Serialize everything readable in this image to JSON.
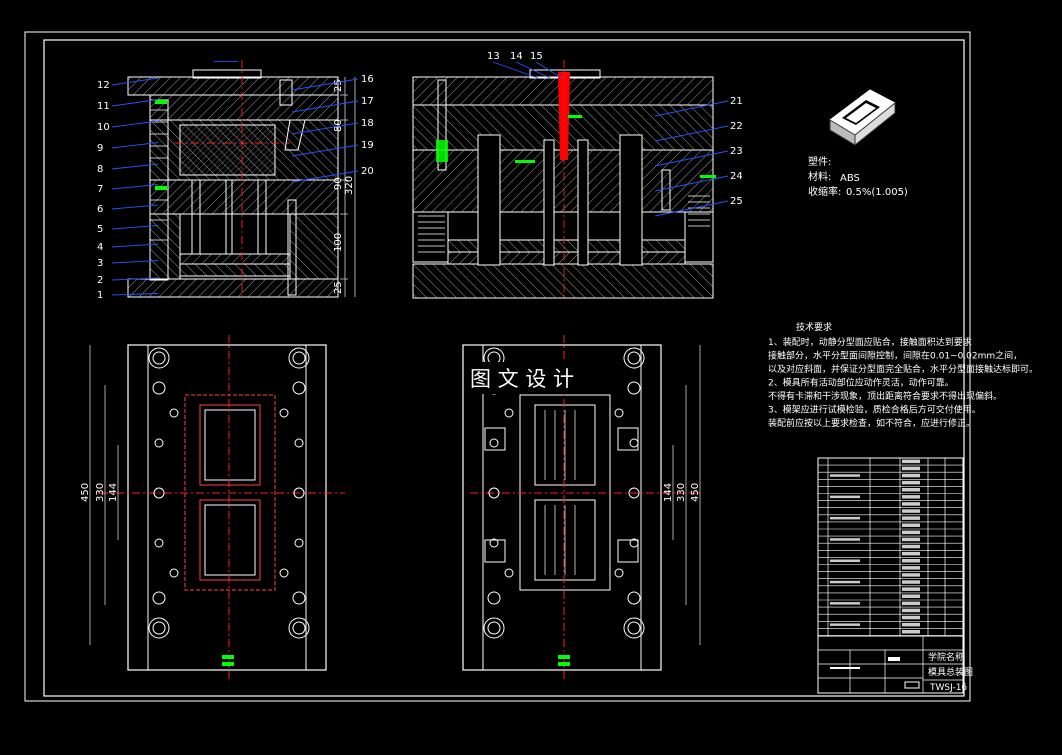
{
  "drawing": {
    "part_numbers_left_side": [
      "12",
      "11",
      "10",
      "9",
      "8",
      "7",
      "6",
      "5",
      "4",
      "3",
      "2",
      "1"
    ],
    "part_numbers_left_right": [
      "16",
      "17",
      "18",
      "19",
      "20"
    ],
    "part_numbers_right_top": [
      "13",
      "14",
      "15"
    ],
    "part_numbers_right_side": [
      "21",
      "22",
      "23",
      "24",
      "25"
    ],
    "watermark": "图 文 设 计",
    "dimensions_left_plan": {
      "outer": "450",
      "mid": "330",
      "inner": "144"
    },
    "dimensions_right_plan": {
      "inner": "144",
      "mid": "330",
      "outer": "450"
    },
    "dimensions_section": {
      "d1": "25",
      "d2": "80",
      "d3": "90",
      "d4": "100",
      "d5": "25",
      "total": "320"
    }
  },
  "part_info": {
    "heading": "塑件:",
    "material_label": "材料:",
    "material_value": "ABS",
    "shrink_label": "收缩率:",
    "shrink_value": "0.5%(1.005)"
  },
  "tech_req": {
    "title": "技术要求",
    "lines": [
      "1、装配时，动静分型面应贴合，接触面积达到要求",
      "接触部分，水平分型面间隙控制，间隙在0.01~0.02mm之间，",
      "以及对应斜面，并保证分型面完全贴合，水平分型面接触达标即可。",
      "2、模具所有活动部位应动作灵活，动作可靠。",
      "不得有卡滞和干涉现象，顶出距离符合要求不得出现偏斜。",
      "3、模架应进行试模检验，质检合格后方可交付使用。",
      "装配前应按以上要求检查，如不符合，应进行修正。"
    ]
  },
  "title_block": {
    "school": "学院名称",
    "drawing_name": "模具总装图",
    "drawing_no": "TWSJ-16"
  },
  "colors": {
    "line": "#ffffff",
    "hatch": "#c8c8c8",
    "dim": "#d0d0d0",
    "leader": "#2255ff",
    "center": "#ff2020",
    "accent_green": "#00ff00",
    "sprue": "#ff0000",
    "note_label": "#4a7cff"
  }
}
